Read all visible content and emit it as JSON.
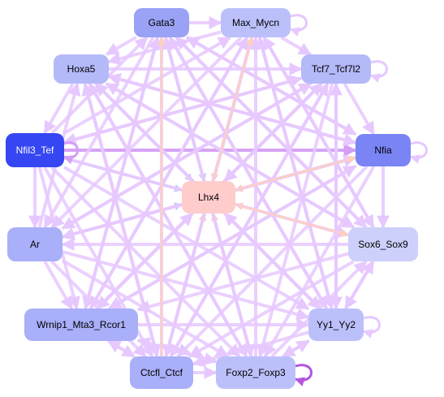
{
  "nodes": [
    {
      "id": "gata3",
      "label": "Gata3",
      "color": "#9aa2f6",
      "text_color": "#000000"
    },
    {
      "id": "max",
      "label": "Max_Mycn",
      "color": "#bcc0fa",
      "text_color": "#000000"
    },
    {
      "id": "hoxa5",
      "label": "Hoxa5",
      "color": "#b4b9f8",
      "text_color": "#000000"
    },
    {
      "id": "tcf7",
      "label": "Tcf7_Tcf7l2",
      "color": "#b4b9f8",
      "text_color": "#000000"
    },
    {
      "id": "nfil3",
      "label": "Nfil3_Tef",
      "color": "#3546f2",
      "text_color": "#ffffff"
    },
    {
      "id": "nfia",
      "label": "Nfia",
      "color": "#7b84f4",
      "text_color": "#000000"
    },
    {
      "id": "lhx4",
      "label": "Lhx4",
      "color": "#ffcccc",
      "text_color": "#000000"
    },
    {
      "id": "ar",
      "label": "Ar",
      "color": "#a9aff8",
      "text_color": "#000000"
    },
    {
      "id": "sox6",
      "label": "Sox6_Sox9",
      "color": "#cdd0fb",
      "text_color": "#000000"
    },
    {
      "id": "wrnip1",
      "label": "Wrnip1_Mta3_Rcor1",
      "color": "#a9aff8",
      "text_color": "#000000"
    },
    {
      "id": "yy1",
      "label": "Yy1_Yy2",
      "color": "#bcc0fa",
      "text_color": "#000000"
    },
    {
      "id": "ctcfl",
      "label": "Ctcfl_Ctcf",
      "color": "#a9aff8",
      "text_color": "#000000"
    },
    {
      "id": "foxp2",
      "label": "Foxp2_Foxp3",
      "color": "#bcc0fa",
      "text_color": "#000000"
    }
  ],
  "edge_colors": {
    "violet": "#e6c8ff",
    "purple": "#d49ef5",
    "peach": "#ffd0c0",
    "lavender": "#c8cdf7",
    "magenta": "#b455e0"
  },
  "edges": [
    [
      "gata3",
      "lhx4",
      "lavender"
    ],
    [
      "max",
      "lhx4",
      "peach"
    ],
    [
      "hoxa5",
      "lhx4",
      "lavender"
    ],
    [
      "tcf7",
      "lhx4",
      "violet"
    ],
    [
      "nfil3",
      "lhx4",
      "lavender"
    ],
    [
      "nfia",
      "lhx4",
      "peach"
    ],
    [
      "ar",
      "lhx4",
      "lavender"
    ],
    [
      "sox6",
      "lhx4",
      "peach"
    ],
    [
      "wrnip1",
      "lhx4",
      "violet"
    ],
    [
      "yy1",
      "lhx4",
      "violet"
    ],
    [
      "ctcfl",
      "lhx4",
      "peach"
    ],
    [
      "foxp2",
      "lhx4",
      "peach"
    ],
    [
      "nfil3",
      "nfia",
      "purple"
    ],
    [
      "nfil3",
      "sox6",
      "violet"
    ],
    [
      "nfil3",
      "yy1",
      "violet"
    ],
    [
      "nfil3",
      "foxp2",
      "violet"
    ],
    [
      "nfil3",
      "ctcfl",
      "violet"
    ],
    [
      "nfil3",
      "tcf7",
      "violet"
    ],
    [
      "nfil3",
      "max",
      "violet"
    ],
    [
      "nfil3",
      "gata3",
      "violet"
    ],
    [
      "nfil3",
      "wrnip1",
      "violet"
    ],
    [
      "hoxa5",
      "sox6",
      "violet"
    ],
    [
      "hoxa5",
      "yy1",
      "violet"
    ],
    [
      "hoxa5",
      "foxp2",
      "violet"
    ],
    [
      "hoxa5",
      "nfia",
      "violet"
    ],
    [
      "hoxa5",
      "tcf7",
      "violet"
    ],
    [
      "hoxa5",
      "ctcfl",
      "violet"
    ],
    [
      "gata3",
      "sox6",
      "violet"
    ],
    [
      "gata3",
      "yy1",
      "violet"
    ],
    [
      "gata3",
      "foxp2",
      "violet"
    ],
    [
      "gata3",
      "ar",
      "violet"
    ],
    [
      "gata3",
      "wrnip1",
      "violet"
    ],
    [
      "gata3",
      "nfia",
      "violet"
    ],
    [
      "max",
      "ar",
      "violet"
    ],
    [
      "max",
      "wrnip1",
      "violet"
    ],
    [
      "max",
      "ctcfl",
      "violet"
    ],
    [
      "max",
      "yy1",
      "violet"
    ],
    [
      "max",
      "sox6",
      "violet"
    ],
    [
      "max",
      "hoxa5",
      "violet"
    ],
    [
      "tcf7",
      "ar",
      "violet"
    ],
    [
      "tcf7",
      "wrnip1",
      "violet"
    ],
    [
      "tcf7",
      "ctcfl",
      "violet"
    ],
    [
      "tcf7",
      "foxp2",
      "violet"
    ],
    [
      "tcf7",
      "yy1",
      "violet"
    ],
    [
      "tcf7",
      "nfil3",
      "violet"
    ],
    [
      "nfia",
      "ar",
      "violet"
    ],
    [
      "nfia",
      "wrnip1",
      "violet"
    ],
    [
      "nfia",
      "ctcfl",
      "violet"
    ],
    [
      "nfia",
      "hoxa5",
      "violet"
    ],
    [
      "nfia",
      "gata3",
      "violet"
    ],
    [
      "nfia",
      "foxp2",
      "violet"
    ],
    [
      "sox6",
      "ar",
      "violet"
    ],
    [
      "sox6",
      "wrnip1",
      "violet"
    ],
    [
      "sox6",
      "hoxa5",
      "violet"
    ],
    [
      "sox6",
      "gata3",
      "violet"
    ],
    [
      "sox6",
      "max",
      "violet"
    ],
    [
      "sox6",
      "ctcfl",
      "violet"
    ],
    [
      "ar",
      "yy1",
      "violet"
    ],
    [
      "ar",
      "foxp2",
      "violet"
    ],
    [
      "ar",
      "tcf7",
      "violet"
    ],
    [
      "ar",
      "nfia",
      "violet"
    ],
    [
      "ar",
      "hoxa5",
      "violet"
    ],
    [
      "ar",
      "ctcfl",
      "violet"
    ],
    [
      "wrnip1",
      "yy1",
      "violet"
    ],
    [
      "wrnip1",
      "tcf7",
      "violet"
    ],
    [
      "wrnip1",
      "nfia",
      "violet"
    ],
    [
      "wrnip1",
      "gata3",
      "violet"
    ],
    [
      "wrnip1",
      "max",
      "violet"
    ],
    [
      "wrnip1",
      "foxp2",
      "violet"
    ],
    [
      "yy1",
      "ctcfl",
      "violet"
    ],
    [
      "yy1",
      "gata3",
      "violet"
    ],
    [
      "yy1",
      "max",
      "violet"
    ],
    [
      "yy1",
      "hoxa5",
      "violet"
    ],
    [
      "yy1",
      "tcf7",
      "violet"
    ],
    [
      "yy1",
      "sox6",
      "violet"
    ],
    [
      "ctcfl",
      "gata3",
      "violet"
    ],
    [
      "ctcfl",
      "max",
      "violet"
    ],
    [
      "ctcfl",
      "hoxa5",
      "violet"
    ],
    [
      "ctcfl",
      "tcf7",
      "violet"
    ],
    [
      "ctcfl",
      "foxp2",
      "violet"
    ],
    [
      "ctcfl",
      "wrnip1",
      "violet"
    ],
    [
      "foxp2",
      "gata3",
      "violet"
    ],
    [
      "foxp2",
      "max",
      "violet"
    ],
    [
      "foxp2",
      "hoxa5",
      "violet"
    ],
    [
      "foxp2",
      "wrnip1",
      "violet"
    ],
    [
      "foxp2",
      "yy1",
      "violet"
    ],
    [
      "foxp2",
      "sox6",
      "violet"
    ],
    [
      "gata3",
      "max",
      "violet"
    ],
    [
      "gata3",
      "hoxa5",
      "violet"
    ],
    [
      "max",
      "tcf7",
      "violet"
    ],
    [
      "hoxa5",
      "nfil3",
      "violet"
    ],
    [
      "tcf7",
      "nfia",
      "violet"
    ],
    [
      "nfil3",
      "ar",
      "violet"
    ],
    [
      "nfia",
      "sox6",
      "violet"
    ],
    [
      "ar",
      "wrnip1",
      "violet"
    ],
    [
      "sox6",
      "yy1",
      "violet"
    ],
    [
      "wrnip1",
      "ctcfl",
      "violet"
    ],
    [
      "yy1",
      "foxp2",
      "violet"
    ],
    [
      "ctcfl",
      "gata3",
      "peach"
    ],
    [
      "lhx4",
      "nfia",
      "peach"
    ],
    [
      "lhx4",
      "sox6",
      "peach"
    ],
    [
      "lhx4",
      "max",
      "peach"
    ]
  ],
  "self_loops": [
    {
      "node": "max",
      "color": "violet"
    },
    {
      "node": "tcf7",
      "color": "violet"
    },
    {
      "node": "nfil3",
      "color": "purple"
    },
    {
      "node": "nfia",
      "color": "violet"
    },
    {
      "node": "yy1",
      "color": "violet"
    },
    {
      "node": "foxp2",
      "color": "magenta"
    }
  ]
}
